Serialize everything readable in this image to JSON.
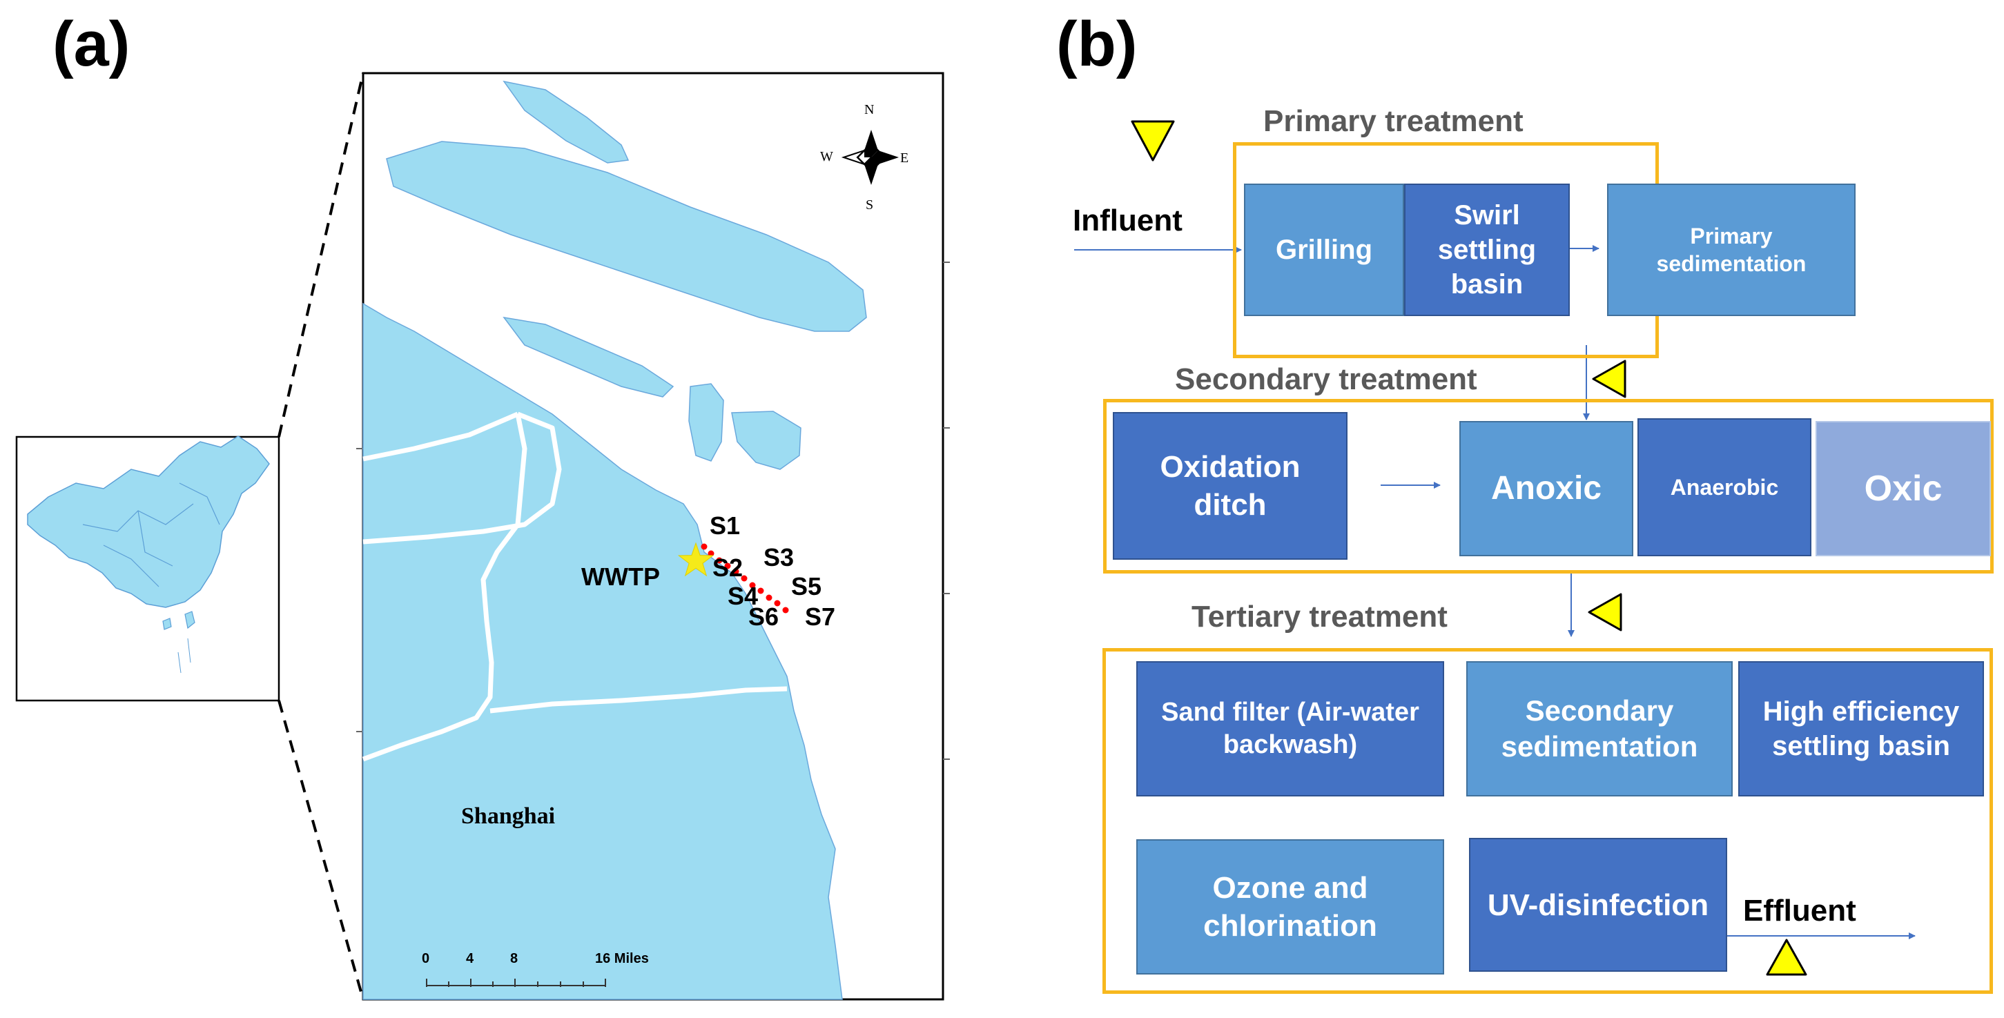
{
  "panel_a": {
    "label": "(a)",
    "map": {
      "sites": [
        "S1",
        "S2",
        "S3",
        "S4",
        "S5",
        "S6",
        "S7"
      ],
      "plant_label": "WWTP",
      "city_label": "Shanghai",
      "compass": {
        "north": "N",
        "south": "S",
        "east": "E",
        "west": "W"
      },
      "scale_bar": {
        "ticks": [
          "0",
          "4",
          "8",
          "16 Miles"
        ]
      },
      "colors": {
        "land": "#9ddcf2",
        "water": "#ffffff",
        "rivers": "#ffffff",
        "sites": "#ff0000",
        "plant": "#f5ea1a"
      }
    }
  },
  "panel_b": {
    "label": "(b)",
    "influent_label": "Influent",
    "effluent_label": "Effluent",
    "primary": {
      "title": "Primary treatment",
      "boxes": [
        "Grilling",
        "Swirl settling basin",
        "Primary sedimentation"
      ]
    },
    "secondary": {
      "title": "Secondary treatment",
      "boxes": [
        "Oxidation ditch",
        "Anoxic",
        "Anaerobic",
        "Oxic"
      ]
    },
    "tertiary": {
      "title": "Tertiary treatment",
      "boxes": [
        "Sand filter (Air-water backwash)",
        "Secondary sedimentation",
        "High efficiency settling basin",
        "Ozone and chlorination",
        "UV-disinfection"
      ]
    },
    "colors": {
      "frame": "#f7b81e",
      "box_dark": "#4472c4",
      "box_light": "#5b9bd5",
      "box_pale": "#8faadc",
      "arrow": "#4472c4",
      "marker": "#ffff00"
    }
  }
}
